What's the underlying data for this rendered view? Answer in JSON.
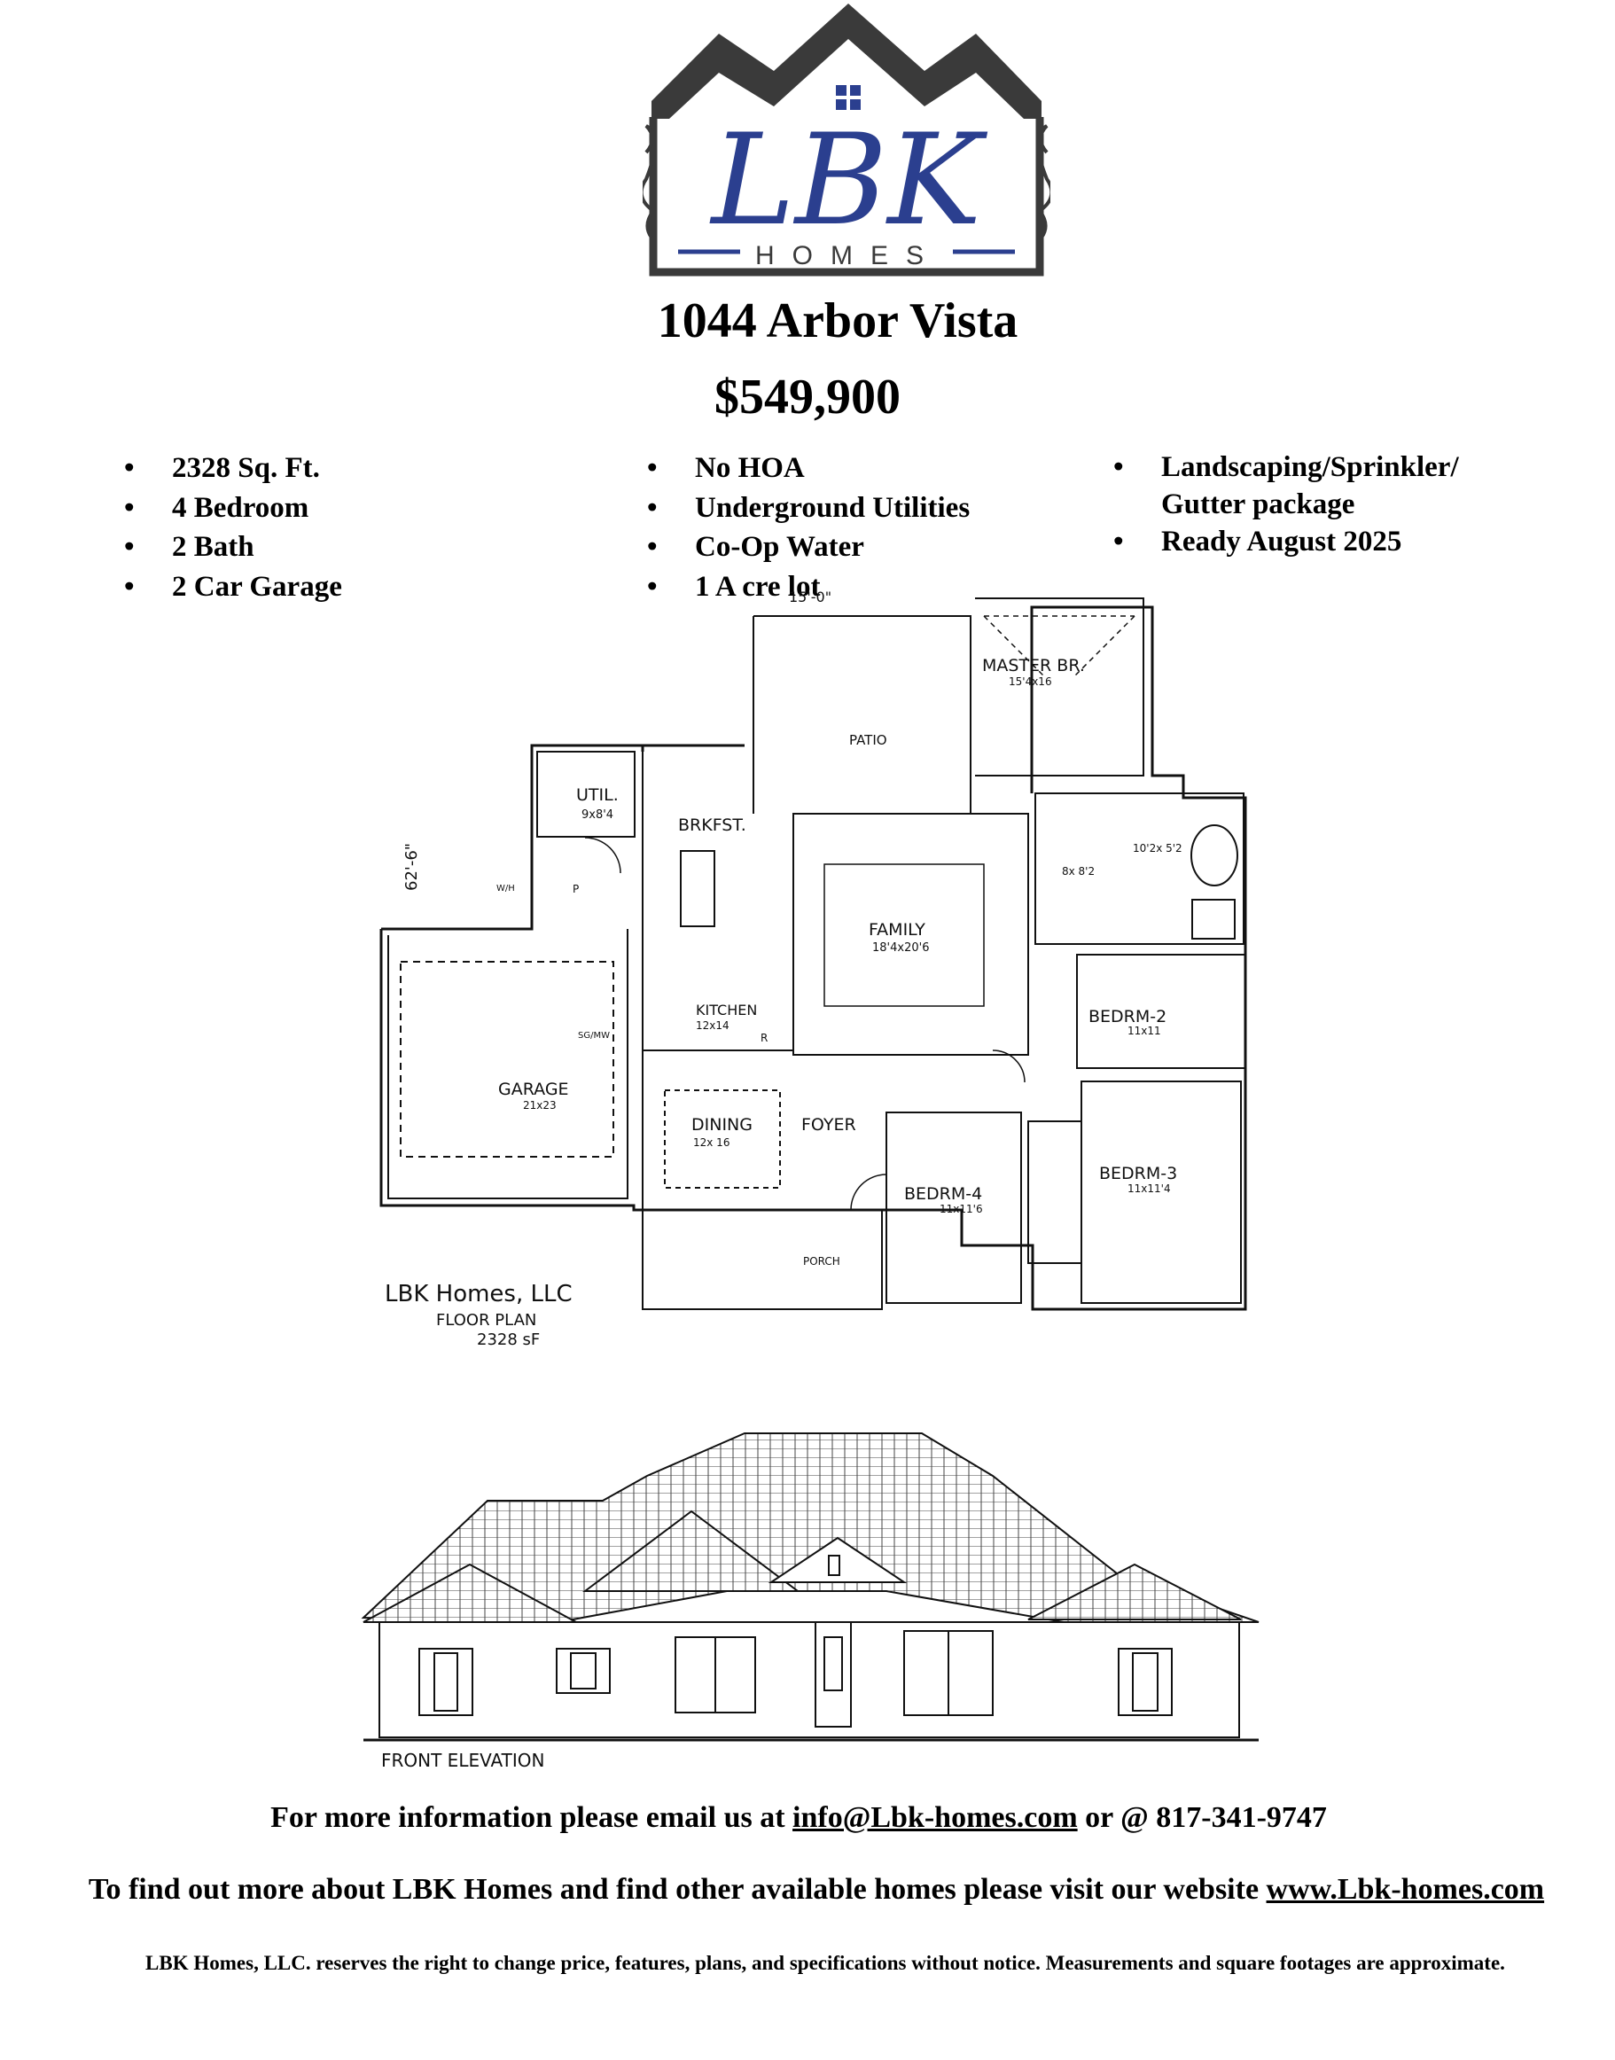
{
  "logo": {
    "brand": "LBK",
    "sub": "HOMES",
    "colors": {
      "frame": "#3a3a3a",
      "brand": "#2b3f8f",
      "line": "#2b3f8f"
    }
  },
  "listing": {
    "address": "1044 Arbor Vista",
    "price": "$549,900"
  },
  "features": {
    "col1": [
      "2328 Sq. Ft.",
      "4 Bedroom",
      "2 Bath",
      "2 Car Garage"
    ],
    "col2": [
      "No HOA",
      "Underground Utilities",
      "Co-Op Water",
      "1   A cre lot"
    ],
    "col3": [
      "Landscaping/Sprinkler/ Gutter package",
      "Ready August 2025"
    ]
  },
  "floorplan": {
    "rooms": {
      "master": "MASTER BR.",
      "master_dim": "15'4x16",
      "patio": "PATIO",
      "util": "UTIL.",
      "util_dim": "9x8'4",
      "brkfst": "BRKFST.",
      "family": "FAMILY",
      "family_dim": "18'4x20'6",
      "kitchen": "KITCHEN",
      "kitchen_dim": "12x14",
      "bedrm2": "BEDRM-2",
      "bedrm2_dim": "11x11",
      "garage": "GARAGE",
      "garage_dim": "21x23",
      "dining": "DINING",
      "dining_dim": "12x 16",
      "foyer": "FOYER",
      "bedrm4": "BEDRM-4",
      "bedrm4_dim": "11x11'6",
      "bedrm3": "BEDRM-3",
      "bedrm3_dim": "11x11'4",
      "porch": "PORCH",
      "bath_dim": "10'2x 5'2",
      "closet_dim": "8x 8'2",
      "wh": "W/H",
      "sgmw": "SG/MW",
      "p": "P",
      "r": "R",
      "dim_top": "15'-0\"",
      "dim_left": "62'-6\""
    },
    "caption": {
      "company": "LBK Homes, LLC",
      "label": "FLOOR PLAN",
      "sqft": "2328 sF"
    }
  },
  "elevation": {
    "caption": "FRONT ELEVATION"
  },
  "footer": {
    "contact_pre": "For more information please email us at ",
    "email": "info@Lbk-homes.com",
    "contact_mid": " or @ 817-341-9747",
    "web_pre": "To find out more about LBK Homes and find other available homes please visit our website ",
    "website": "www.Lbk-homes.com",
    "disclaimer": "LBK Homes, LLC. reserves the right to change price, features, plans, and specifications without notice.  Measurements and square footages are approximate."
  }
}
